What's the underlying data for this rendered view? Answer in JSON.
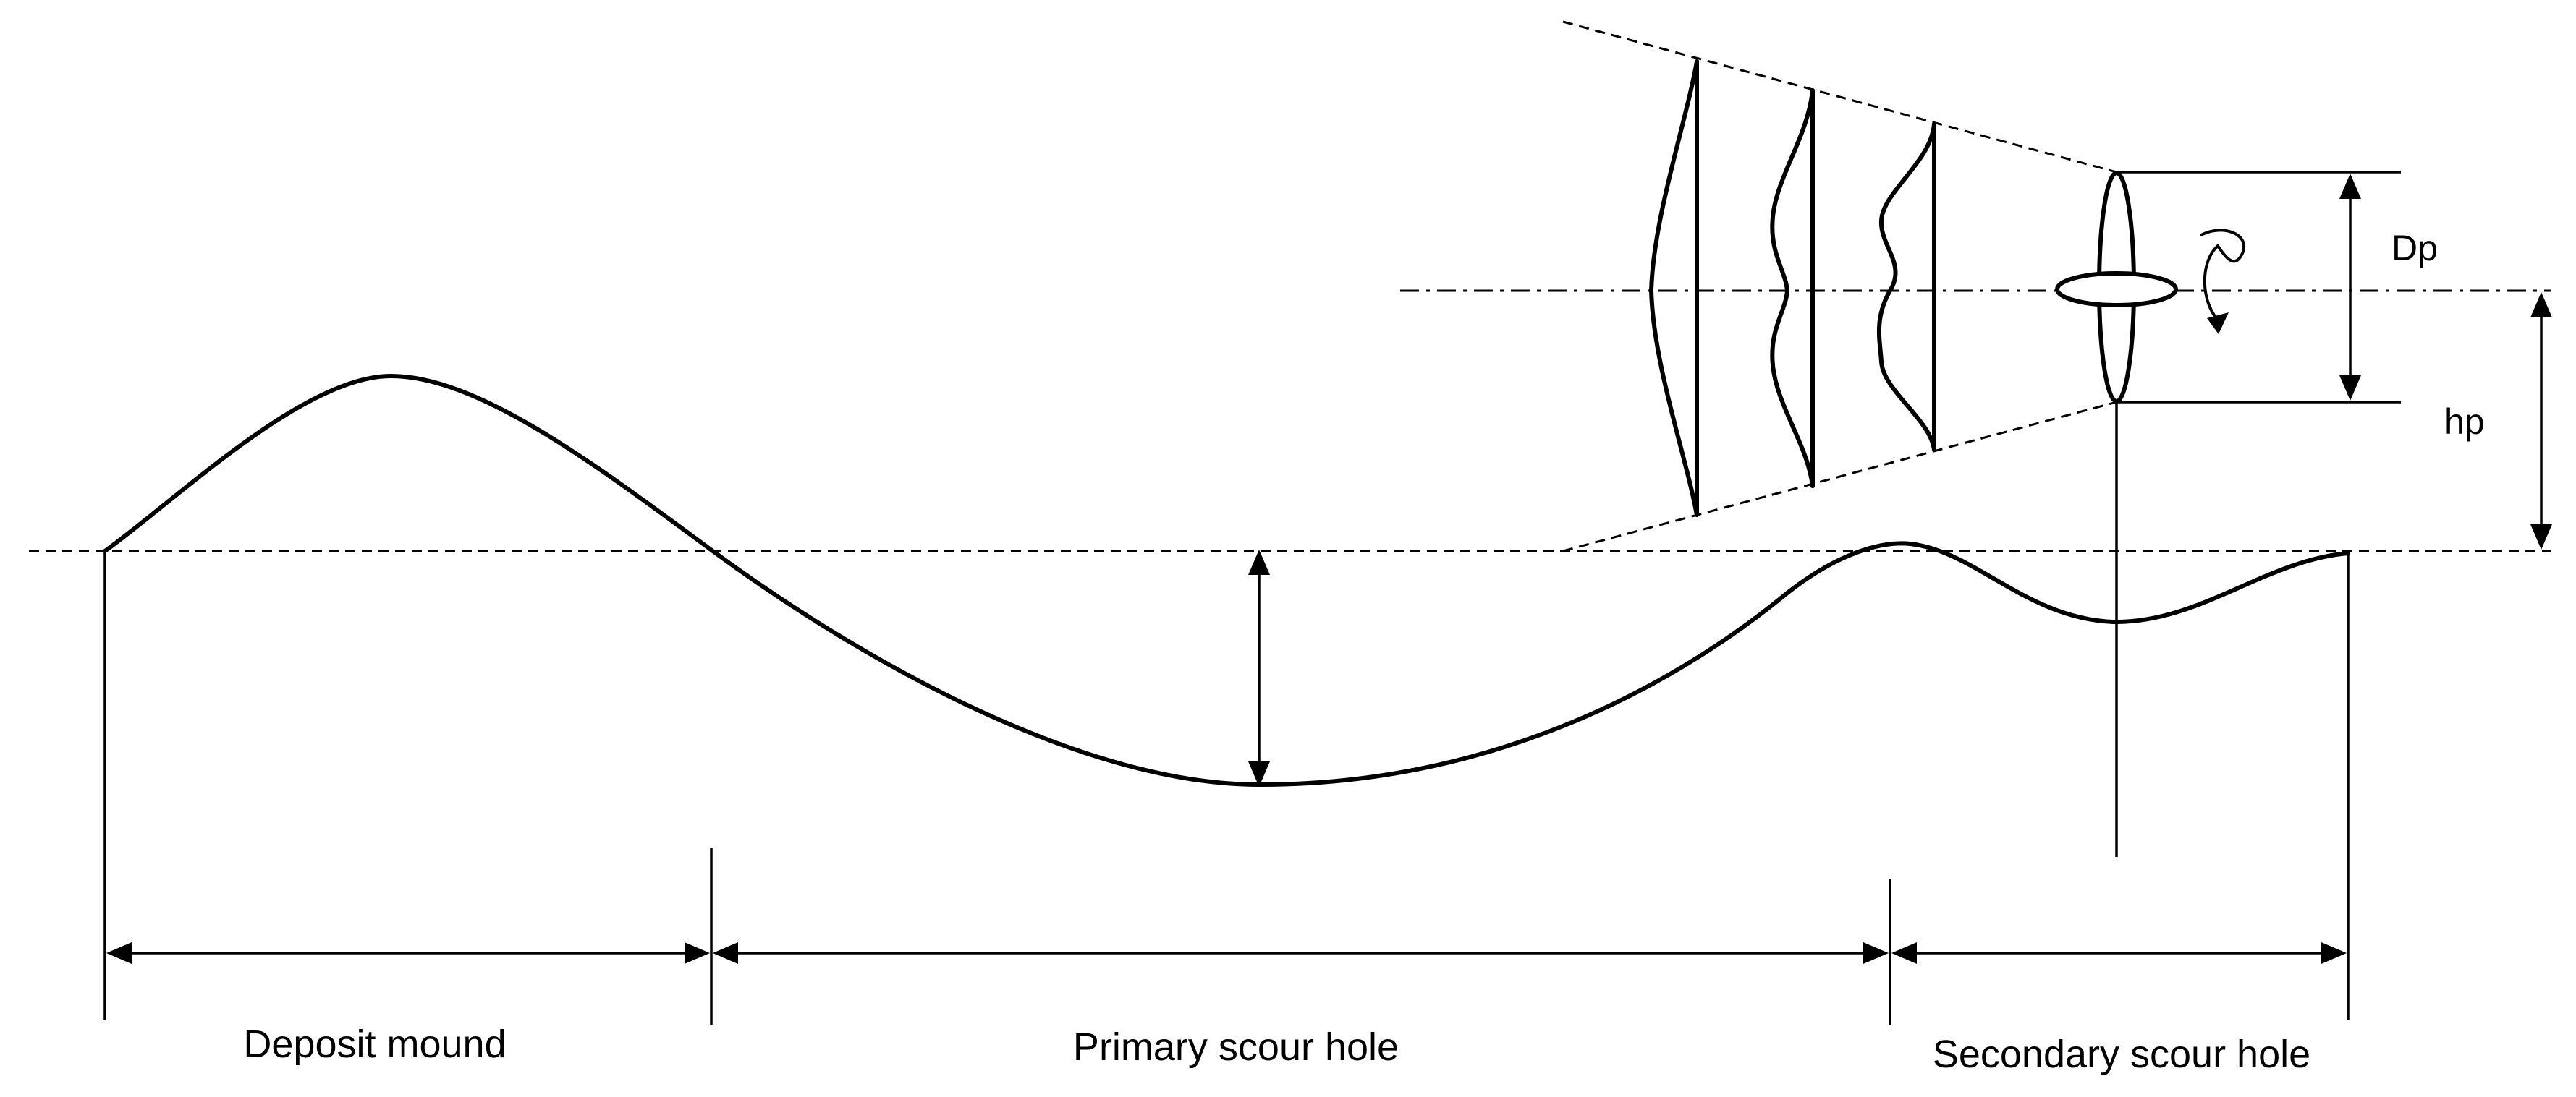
{
  "labels": {
    "deposit_mound": "Deposit mound",
    "primary_scour_hole": "Primary scour hole",
    "secondary_scour_hole": "Secondary scour hole",
    "dp": "Dp",
    "hp": "hp"
  },
  "icons": {
    "propeller": "propeller-icon",
    "rotation": "rotation-arrow-icon"
  }
}
